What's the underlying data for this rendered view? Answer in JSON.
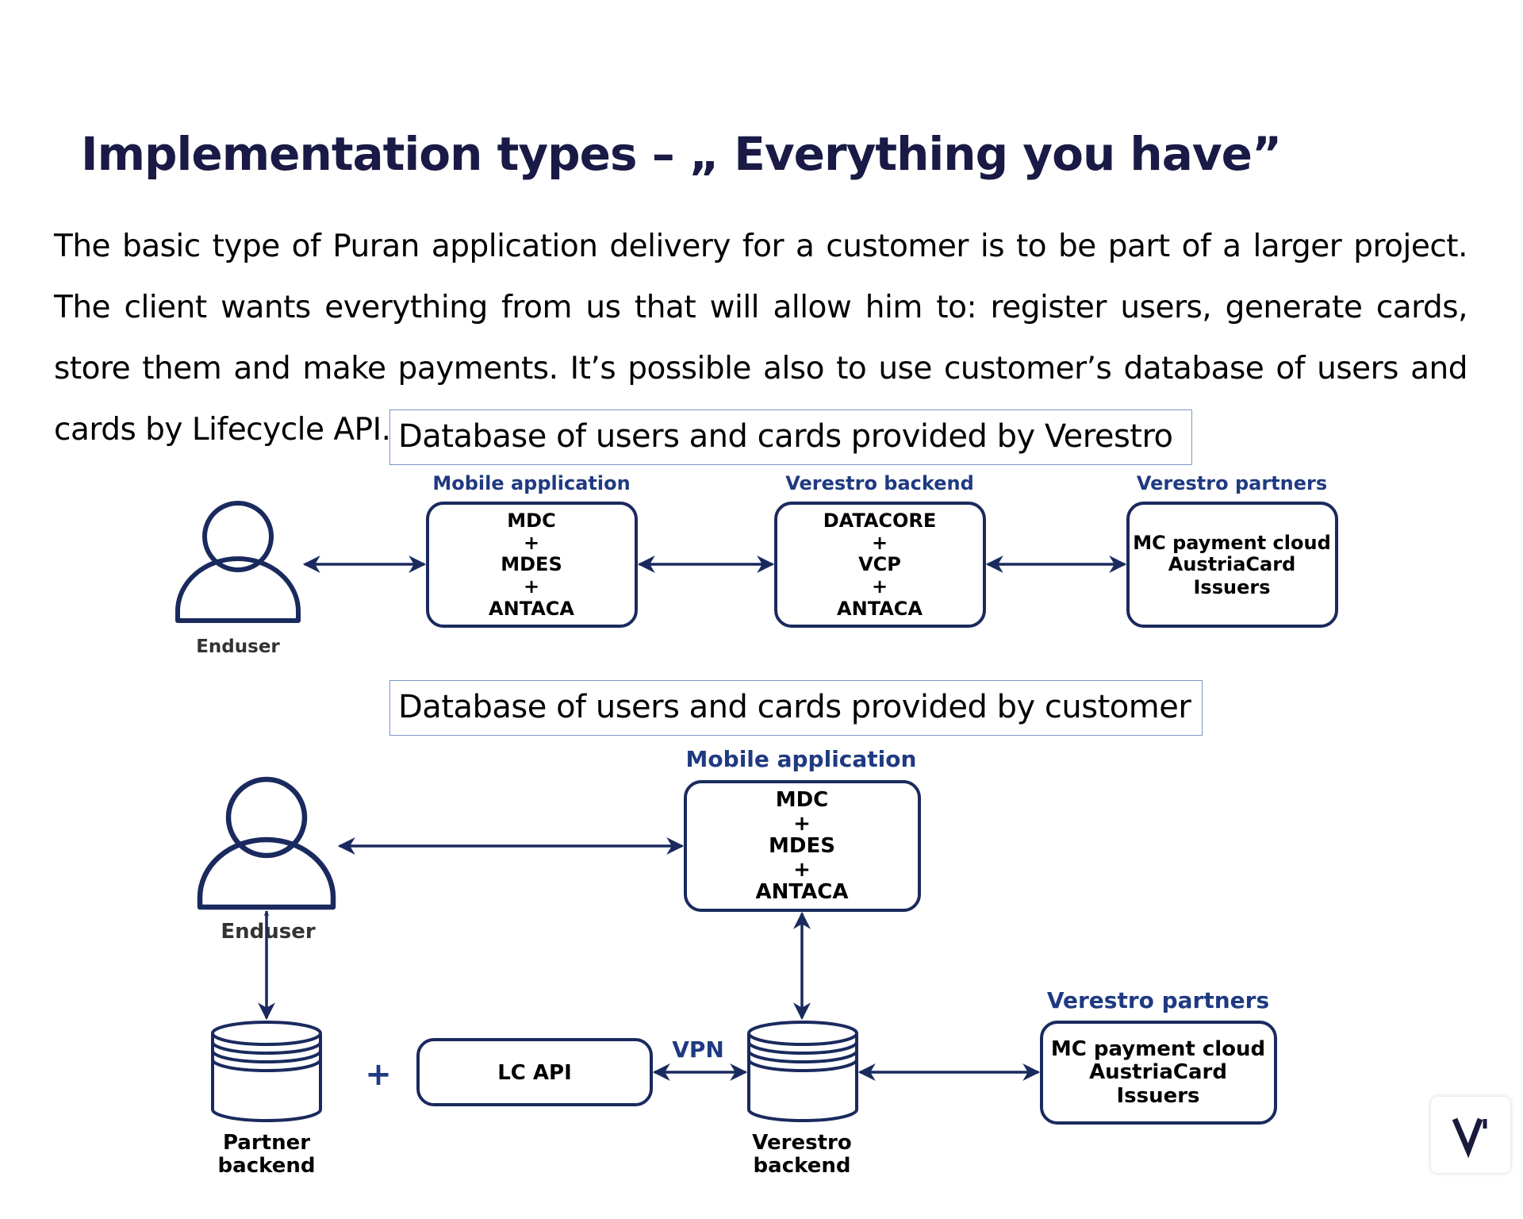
{
  "page": {
    "title": "Implementation types – „ Everything you have”",
    "paragraph": "The basic type of Puran application delivery for a customer is to be part of a larger project. The client wants everything from us that will allow him to: register users, generate cards, store them and make payments. It’s possible also to use customer’s database of users and cards by Lifecycle API."
  },
  "diagram_top": {
    "caption": "Database of users and cards provided by Verestro",
    "enduser_label": "Enduser",
    "mobile_app_heading": "Mobile application",
    "mobile_app_lines": [
      "MDC",
      "+",
      "MDES",
      "+",
      "ANTACA"
    ],
    "backend_heading": "Verestro backend",
    "backend_lines": [
      "DATACORE",
      "+",
      "VCP",
      "+",
      "ANTACA"
    ],
    "partners_heading": "Verestro partners",
    "partners_lines": [
      "MC payment cloud",
      "AustriaCard",
      "Issuers"
    ]
  },
  "diagram_bottom": {
    "caption": "Database of users and cards provided by customer",
    "enduser_label": "Enduser",
    "mobile_app_heading": "Mobile application",
    "mobile_app_lines": [
      "MDC",
      "+",
      "MDES",
      "+",
      "ANTACA"
    ],
    "partner_backend_label": [
      "Partner",
      "backend"
    ],
    "plus_sign": "+",
    "lc_api_label": "LC API",
    "vpn_label": "VPN",
    "verestro_backend_label": [
      "Verestro",
      "backend"
    ],
    "partners_heading": "Verestro partners",
    "partners_lines": [
      "MC payment cloud",
      "AustriaCard",
      "Issuers"
    ]
  },
  "colors": {
    "navy": "#1a2a5e",
    "heading_blue": "#1f3a82",
    "title_color": "#1a1a46",
    "caption_border": "#7b98c6",
    "logo": "#1a1a3c"
  },
  "icons": {
    "user": "user-icon",
    "database": "database-icon",
    "logo": "verestro-logo-icon"
  }
}
